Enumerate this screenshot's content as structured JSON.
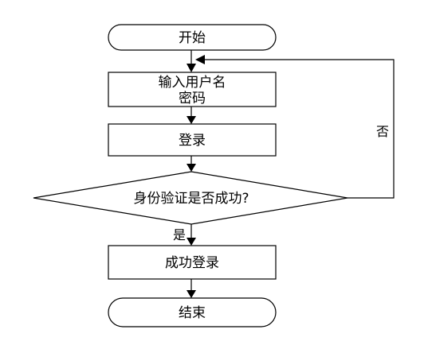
{
  "diagram": {
    "nodes": {
      "start": "开始",
      "input_line1": "输入用户名",
      "input_line2": "密码",
      "login": "登录",
      "decision": "身份验证是否成功?",
      "success": "成功登录",
      "end": "结束"
    },
    "edges": {
      "yes_label": "是",
      "no_label": "否"
    }
  }
}
